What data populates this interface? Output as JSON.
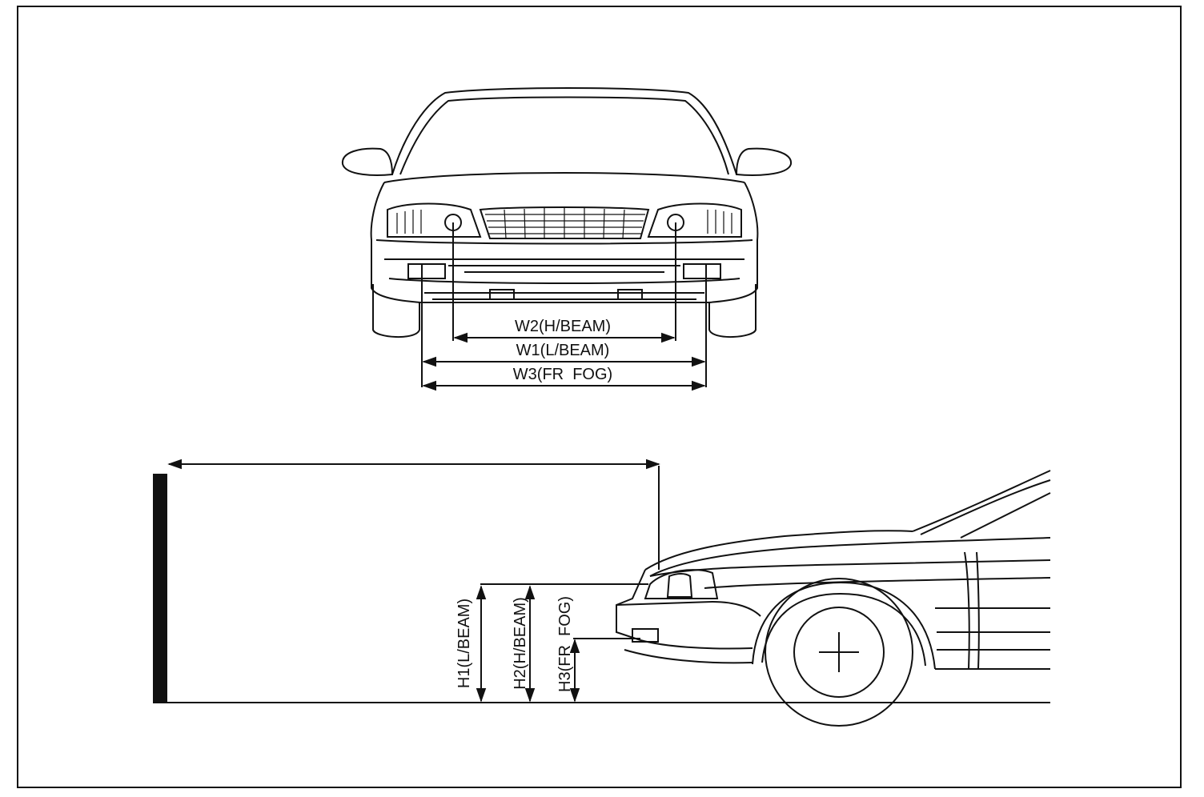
{
  "front_view": {
    "w2_label": "W2(H/BEAM)",
    "w1_label": "W1(L/BEAM)",
    "w3_label": "W3(FR  FOG)"
  },
  "side_view": {
    "h1_label": "H1(L/BEAM)",
    "h2_label": "H2(H/BEAM)",
    "h3_label": "H3(FR  FOG)"
  }
}
